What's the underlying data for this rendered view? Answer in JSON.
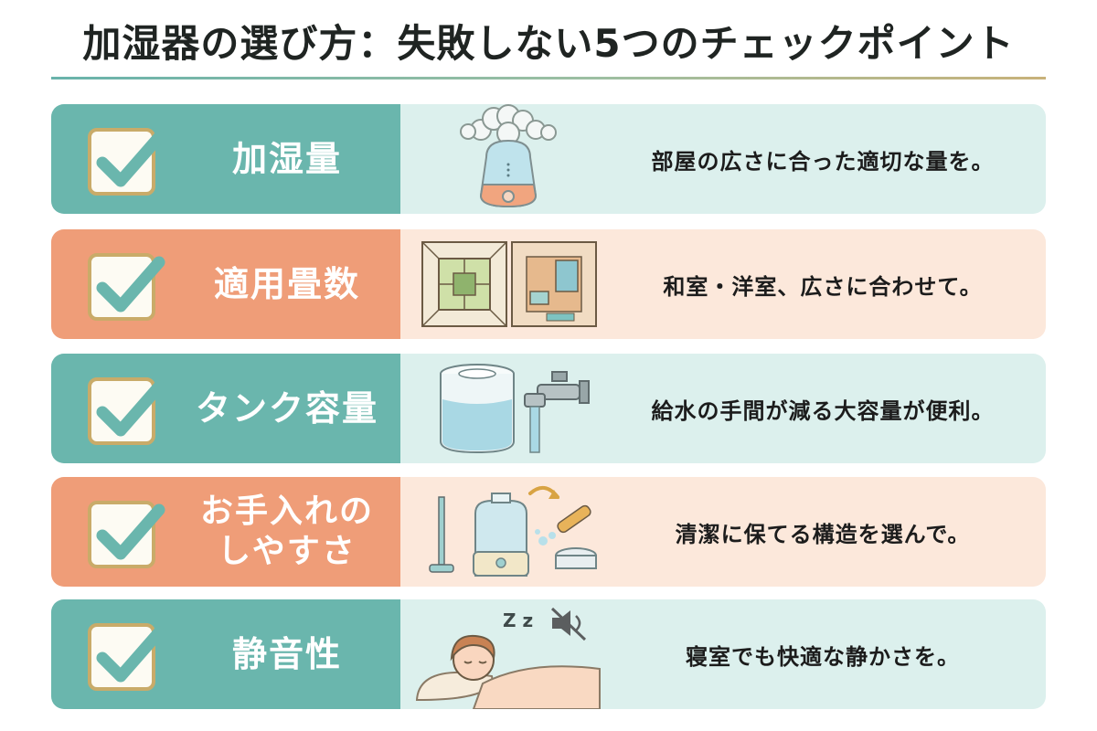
{
  "title": "加湿器の選び方：失敗しない5つのチェックポイント",
  "colors": {
    "teal": "#6ab6ad",
    "peach": "#ef9d78",
    "gold": "#c9ab69"
  },
  "items": [
    {
      "label": "加湿量",
      "description": "部屋の広さに合った適切な量を。",
      "checked": true,
      "icon": "humidifier-steam-icon"
    },
    {
      "label": "適用畳数",
      "description": "和室・洋室、広さに合わせて。",
      "checked": true,
      "icon": "rooms-icon"
    },
    {
      "label": "タンク容量",
      "description": "給水の手間が減る大容量が便利。",
      "checked": true,
      "icon": "water-tank-faucet-icon"
    },
    {
      "label": "お手入れのしやすさ",
      "label_lines": [
        "お手入れの",
        "しやすさ"
      ],
      "description": "清潔に保てる構造を選んで。",
      "checked": true,
      "icon": "cleaning-icon"
    },
    {
      "label": "静音性",
      "description": "寝室でも快適な静かさを。",
      "checked": true,
      "icon": "sleeping-quiet-icon",
      "illustration_text": "Z z"
    }
  ]
}
